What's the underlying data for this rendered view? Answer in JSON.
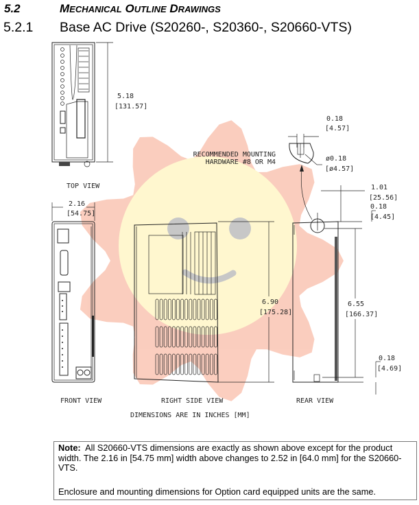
{
  "section": {
    "number": "5.2",
    "title_first": [
      "M",
      "O",
      "D"
    ],
    "title": "Mechanical Outline Drawings"
  },
  "subsection": {
    "number": "5.2.1",
    "title": "Base AC Drive (S20260-, S20360-, S20660-VTS)"
  },
  "drawing": {
    "top_height_in": "5.18",
    "top_height_mm": "[131.57]",
    "width_in": "2.16",
    "width_mm": "[54.75]",
    "side_height_in": "6.90",
    "side_height_mm": "[175.28]",
    "rear_height_in": "6.55",
    "rear_height_mm": "[166.37]",
    "slot_width_in": "0.18",
    "slot_width_mm": "[4.57]",
    "hole_dia_in": "ø0.18",
    "hole_dia_mm": "[ø4.57]",
    "hole_offset_in": "1.01",
    "hole_offset_mm": "[25.56]",
    "top_offset_in": "0.18",
    "top_offset_mm": "[4.45]",
    "bottom_offset_in": "0.18",
    "bottom_offset_mm": "[4.69]",
    "hardware_line1": "RECOMMENDED MOUNTING",
    "hardware_line2": "HARDWARE #8 OR M4",
    "top_view": "TOP VIEW",
    "front_view": "FRONT VIEW",
    "right_side_view": "RIGHT SIDE VIEW",
    "rear_view": "REAR VIEW",
    "units": "DIMENSIONS ARE IN INCHES [MM]"
  },
  "note": {
    "label": "Note:",
    "text1": "All S20660-VTS dimensions are exactly as shown above except for the product width.  The 2.16 in [54.75 mm] width above changes to 2.52 in [64.0 mm] for the S20660-VTS.",
    "text2": "Enclosure and mounting dimensions for Option card equipped units are the same."
  },
  "colors": {
    "watermark_red": "#f7a58a",
    "watermark_yellow": "#fff3b0",
    "watermark_gray": "#9a9a9a"
  }
}
